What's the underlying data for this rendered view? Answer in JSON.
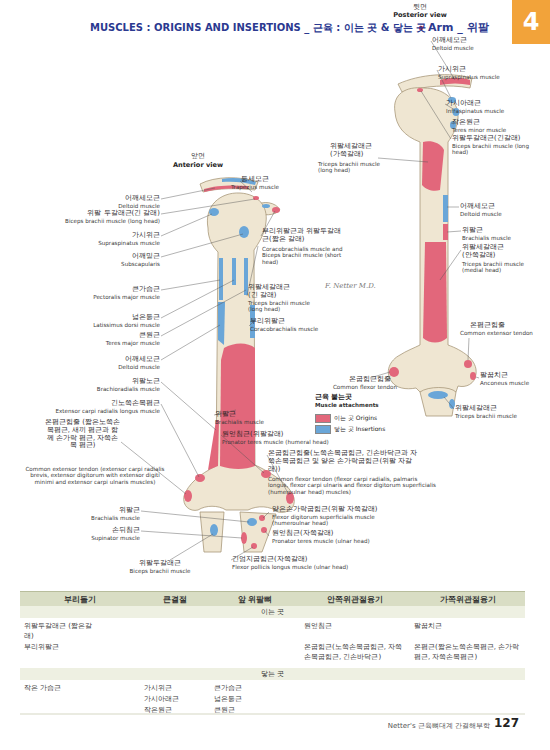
{
  "diagram": {
    "title": "MUSCLES : ORIGINS AND INSERTIONS _ 근육 : 이는 곳 & 닿는 곳",
    "nodes": [
      {
        "text": [
          "4"
        ]
      },
      {
        "text": [
          "부리돌기",
          "큰결절",
          "앞 위팔뼈",
          "안쪽위관절융기",
          "가쪽위관절융기"
        ]
      },
      {
        "text": [
          "이는 곳"
        ]
      },
      {
        "text": [
          "닿는 곳"
        ]
      }
    ],
    "labels": [
      "Arm _ 위팔",
      "앞면",
      "Anterior view",
      "어깨세모근",
      "Deltoid muscle",
      "위팔 두갈래근(긴 갈래)",
      "Biceps brachii muscle (long head)",
      "등세모근",
      "Trapezius muscle",
      "가시위근",
      "Supraspinatus muscle",
      "어깨밑근",
      "Subscapularis",
      "부리위팔근과 위팔두갈래근(짧은 갈래)",
      "Coracobrachialis muscle and Biceps brachii muscle (short head)",
      "큰가슴근",
      "Pectoralis major muscle",
      "넓은등근",
      "Latissimus dorsi muscle",
      "큰원근",
      "Teres major muscle",
      "위팔세갈래근 (긴 갈래)",
      "Triceps brachii muscle (long head)",
      "부리위팔근",
      "Coracobrachialis muscle",
      "어깨세모근",
      "Deltoid muscle",
      "위팔노근",
      "Brachioradialis muscle",
      "긴노쪽손목폄근",
      "Extensor carpi radialis longus muscle",
      "온폄근힘줄 (짧은노쪽손목폄근, 새끼 폄근과 함께 손가락 폄근, 자쪽손목 폄근)",
      "Common extensor tendon (extensor carpi radialis brevis, extensor digitorum with extensor digiti minimi and extensor carpi ulnaris muscles)",
      "위팔근",
      "Brachialis muscle",
      "원엎침근(위팔갈래)",
      "Pronator teres muscle (humeral head)",
      "온굽힘근힘줄(노쪽손목굽힘근, 긴손바닥근과 자쪽손목굽힘근 및 얕은 손가락굽힘근(위팔 자갈래))",
      "Common flexor tendon (flexor carpi radialis, palmaris longus, flexor carpi ulnaris and flexor digitorum superficialis (humeroulnar head) muscles)",
      "위팔근",
      "Brachialis muscle",
      "손뒤침근",
      "Supinator muscle",
      "얕은손가락굽힘근(위팔 자쪽갈래)",
      "Flexor digitorum superficialis muscle (humeroulnar head)",
      "원엎침근(자쪽갈래)",
      "Pronator teres muscle (ulnar head)",
      "위팔두갈래근",
      "Biceps brachii muscle",
      "긴엄지굽힘근(자쪽갈래)",
      "Flexor pollicis longus muscle (ulnar head)",
      "뒷면",
      "Posterior view",
      "어깨세모근",
      "Deltoid muscle",
      "가시위근",
      "Supraspinatus muscle",
      "가시아래근",
      "Infraspinatus muscle",
      "작은원근",
      "Teres minor muscle",
      "위팔두갈래근(긴갈래)",
      "Biceps brachii muscle (long head)",
      "위팔세갈래근 (가쪽갈래)",
      "Triceps brachii muscle (long head)",
      "어깨세모근",
      "Deltoid muscle",
      "위팔근",
      "Brachialis muscle",
      "위팔세갈래근 (안쪽갈래)",
      "Triceps brachii muscle (medial head)",
      "온폄근힘줄",
      "Common extensor tendon",
      "온굽힘근힘줄",
      "Common flexor tendon",
      "팔꿉치근",
      "Anconeus muscle",
      "위팔세갈래근",
      "Triceps brachii muscle",
      "근육 붙는곳",
      "Muscle attachments",
      "F. Netter M.D.",
      "위팔두갈래근 (짧은갈래)",
      "부리위팔근",
      "원엎침근",
      "온굽힘근(노쪽손목굽힘근, 자쪽손목굽힘근, 긴손바닥근)",
      "팔꿉치근",
      "온폄근(짧은노쪽손목폄근, 손가락폄근, 자쪽손목폄근)",
      "작은 가슴근",
      "가시위근",
      "가시아래근",
      "작은원근",
      "큰가슴근",
      "넓은등근",
      "큰원근",
      "Netter's 근육뼈대계 간결해부학",
      "127"
    ],
    "legend": [
      {
        "text": "이는 곳 Origins",
        "color": "#e2677b"
      },
      {
        "text": "닿는 곳 Insertions",
        "color": "#6aa6d8"
      }
    ]
  }
}
